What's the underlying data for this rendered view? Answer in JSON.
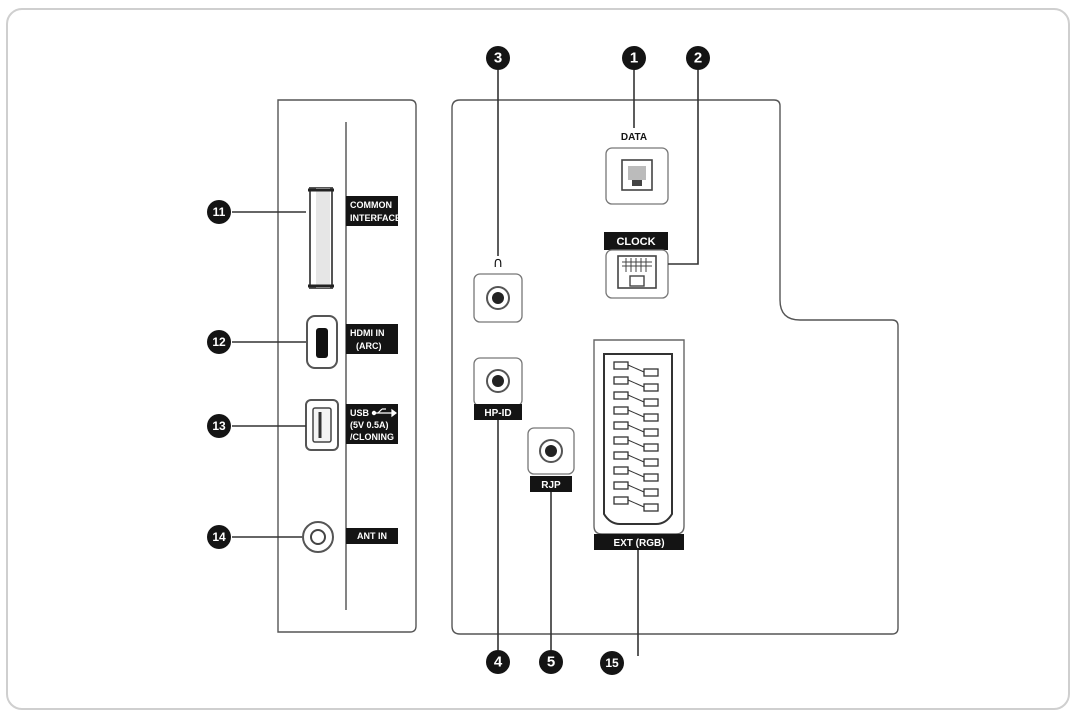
{
  "callouts": {
    "c1": "1",
    "c2": "2",
    "c3": "3",
    "c4": "4",
    "c5": "5",
    "c11": "11",
    "c12": "12",
    "c13": "13",
    "c14": "14",
    "c15": "15"
  },
  "ports": {
    "data": "DATA",
    "clock": "CLOCK",
    "common_interface_1": "COMMON",
    "common_interface_2": "INTERFACE",
    "hdmi_1": "HDMI IN",
    "hdmi_2": "(ARC)",
    "usb_1": "USB",
    "usb_2": "(5V 0.5A)",
    "usb_3": "/CLONING",
    "ant": "ANT IN",
    "hp_id": "HP-ID",
    "rjp": "RJP",
    "ext": "EXT (RGB)"
  },
  "icons": {
    "headphone": "headphone-icon",
    "usb": "usb-icon"
  }
}
